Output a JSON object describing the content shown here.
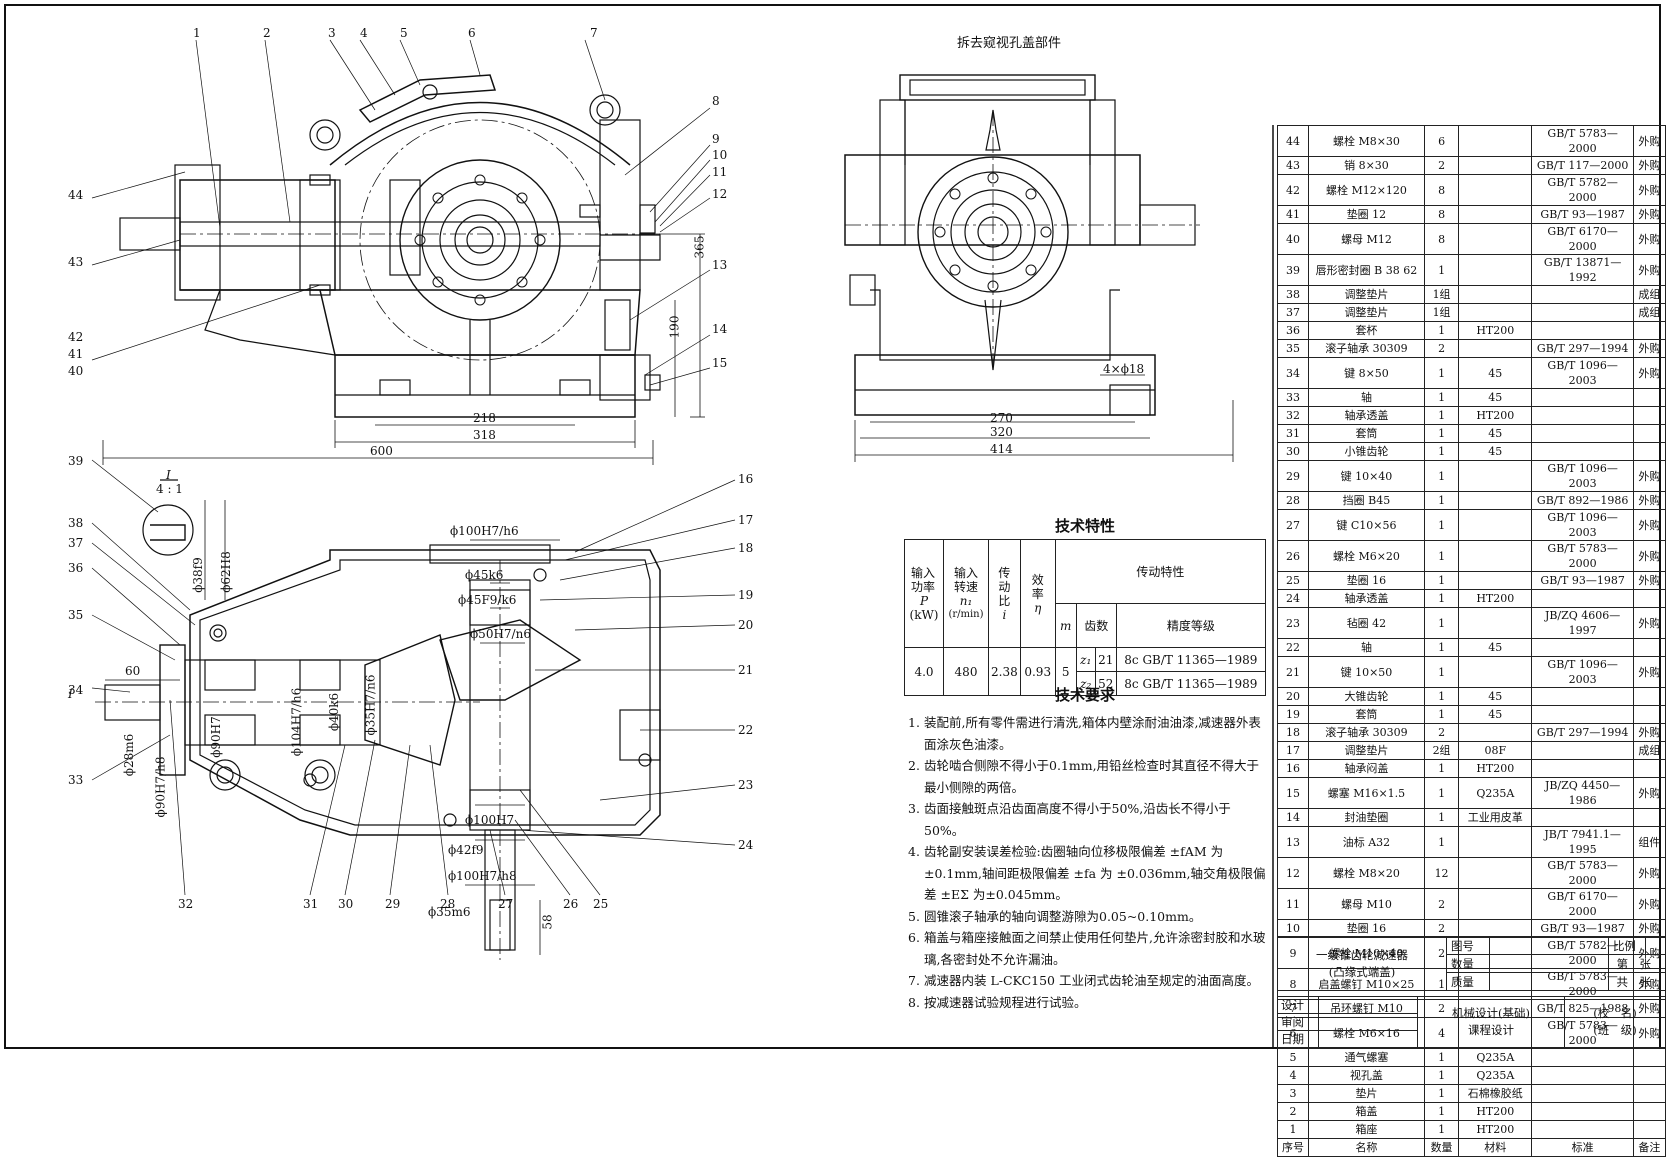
{
  "view_title": "拆去窥视孔盖部件",
  "main_view": {
    "part_labels": [
      "1",
      "2",
      "3",
      "4",
      "5",
      "6",
      "7",
      "8",
      "9",
      "10",
      "11",
      "12",
      "13",
      "14",
      "15",
      "44",
      "43",
      "42",
      "41",
      "40"
    ],
    "dims": {
      "d600": "600",
      "d318": "318",
      "d218": "218",
      "d365": "365",
      "d190": "190"
    }
  },
  "side_view": {
    "dims": {
      "d270": "270",
      "d320": "320",
      "d414": "414",
      "holes": "4×ϕ18"
    }
  },
  "plan_view": {
    "detail_label": "I",
    "detail_scale": "4 : 1",
    "part_labels": [
      "39",
      "38",
      "37",
      "36",
      "35",
      "34",
      "33",
      "16",
      "17",
      "18",
      "19",
      "20",
      "21",
      "22",
      "23",
      "24",
      "32",
      "31",
      "30",
      "29",
      "28",
      "27",
      "26",
      "25"
    ],
    "dims": [
      "ϕ100H7/h6",
      "ϕ45k6",
      "ϕ45F9/k6",
      "ϕ50H7/n6",
      "ϕ38f9",
      "ϕ62H8",
      "60",
      "ϕ28m6",
      "ϕ90H7/h8",
      "ϕ90H7",
      "ϕ104H7/h6",
      "ϕ40k6",
      "ϕ35H7/n6",
      "ϕ100H7",
      "ϕ42f9",
      "ϕ100H7/h8",
      "ϕ35m6",
      "58",
      "I"
    ]
  },
  "tech_specs": {
    "title": "技术特性",
    "head": {
      "power": "输入功率",
      "power_sym": "P",
      "power_unit": "(kW)",
      "speed": "输入转速",
      "speed_sym": "n₁",
      "speed_unit": "(r/min)",
      "ratio": "传动比",
      "ratio_sym": "i",
      "eff": "效率",
      "eff_sym": "η",
      "trans": "传动特性",
      "m": "m",
      "teeth": "齿数",
      "grade": "精度等级"
    },
    "values": {
      "power": "4.0",
      "speed": "480",
      "ratio": "2.38",
      "eff": "0.93",
      "m": "5"
    },
    "rows": [
      {
        "z": "z₁",
        "teeth": "21",
        "grade": "8c GB/T 11365—1989"
      },
      {
        "z": "z₂",
        "teeth": "52",
        "grade": "8c GB/T 11365—1989"
      }
    ]
  },
  "tech_requirements": {
    "title": "技术要求",
    "items": [
      "装配前,所有零件需进行清洗,箱体内壁涂耐油油漆,减速器外表面涂灰色油漆。",
      "齿轮啮合侧隙不得小于0.1mm,用铅丝检查时其直径不得大于最小侧隙的两倍。",
      "齿面接触斑点沿齿面高度不得小于50%,沿齿长不得小于50%。",
      "齿轮副安装误差检验:齿圈轴向位移极限偏差 ±fAM 为±0.1mm,轴间距极限偏差 ±fa 为 ±0.036mm,轴交角极限偏差 ±EΣ 为±0.045mm。",
      "圆锥滚子轴承的轴向调整游隙为0.05~0.10mm。",
      "箱盖与箱座接触面之间禁止使用任何垫片,允许涂密封胶和水玻璃,各密封处不允许漏油。",
      "减速器内装 L-CKC150 工业闭式齿轮油至规定的油面高度。",
      "按减速器试验规程进行试验。"
    ]
  },
  "bom": {
    "rows": [
      [
        "44",
        "螺栓 M8×30",
        "6",
        "",
        "GB/T 5783—2000",
        "外购"
      ],
      [
        "43",
        "销 8×30",
        "2",
        "",
        "GB/T 117—2000",
        "外购"
      ],
      [
        "42",
        "螺栓 M12×120",
        "8",
        "",
        "GB/T 5782—2000",
        "外购"
      ],
      [
        "41",
        "垫圈 12",
        "8",
        "",
        "GB/T 93—1987",
        "外购"
      ],
      [
        "40",
        "螺母 M12",
        "8",
        "",
        "GB/T 6170—2000",
        "外购"
      ],
      [
        "39",
        "唇形密封圈 B 38 62",
        "1",
        "",
        "GB/T 13871—1992",
        "外购"
      ],
      [
        "38",
        "调整垫片",
        "1组",
        "",
        "",
        "成组"
      ],
      [
        "37",
        "调整垫片",
        "1组",
        "",
        "",
        "成组"
      ],
      [
        "36",
        "套杯",
        "1",
        "HT200",
        "",
        ""
      ],
      [
        "35",
        "滚子轴承 30309",
        "2",
        "",
        "GB/T 297—1994",
        "外购"
      ],
      [
        "34",
        "键 8×50",
        "1",
        "45",
        "GB/T 1096—2003",
        "外购"
      ],
      [
        "33",
        "轴",
        "1",
        "45",
        "",
        ""
      ],
      [
        "32",
        "轴承透盖",
        "1",
        "HT200",
        "",
        ""
      ],
      [
        "31",
        "套筒",
        "1",
        "45",
        "",
        ""
      ],
      [
        "30",
        "小锥齿轮",
        "1",
        "45",
        "",
        ""
      ],
      [
        "29",
        "键 10×40",
        "1",
        "",
        "GB/T 1096—2003",
        "外购"
      ],
      [
        "28",
        "挡圈 B45",
        "1",
        "",
        "GB/T 892—1986",
        "外购"
      ],
      [
        "27",
        "键 C10×56",
        "1",
        "",
        "GB/T 1096—2003",
        "外购"
      ],
      [
        "26",
        "螺栓 M6×20",
        "1",
        "",
        "GB/T 5783—2000",
        "外购"
      ],
      [
        "25",
        "垫圈 16",
        "1",
        "",
        "GB/T 93—1987",
        "外购"
      ],
      [
        "24",
        "轴承透盖",
        "1",
        "HT200",
        "",
        ""
      ],
      [
        "23",
        "毡圈 42",
        "1",
        "",
        "JB/ZQ 4606—1997",
        "外购"
      ],
      [
        "22",
        "轴",
        "1",
        "45",
        "",
        ""
      ],
      [
        "21",
        "键 10×50",
        "1",
        "",
        "GB/T 1096—2003",
        "外购"
      ],
      [
        "20",
        "大锥齿轮",
        "1",
        "45",
        "",
        ""
      ],
      [
        "19",
        "套筒",
        "1",
        "45",
        "",
        ""
      ],
      [
        "18",
        "滚子轴承 30309",
        "2",
        "",
        "GB/T 297—1994",
        "外购"
      ],
      [
        "17",
        "调整垫片",
        "2组",
        "08F",
        "",
        "成组"
      ],
      [
        "16",
        "轴承闷盖",
        "1",
        "HT200",
        "",
        ""
      ],
      [
        "15",
        "螺塞 M16×1.5",
        "1",
        "Q235A",
        "JB/ZQ 4450—1986",
        "外购"
      ],
      [
        "14",
        "封油垫圈",
        "1",
        "工业用皮革",
        "",
        ""
      ],
      [
        "13",
        "油标 A32",
        "1",
        "",
        "JB/T 7941.1—1995",
        "组件"
      ],
      [
        "12",
        "螺栓 M8×20",
        "12",
        "",
        "GB/T 5783—2000",
        "外购"
      ],
      [
        "11",
        "螺母 M10",
        "2",
        "",
        "GB/T 6170—2000",
        "外购"
      ],
      [
        "10",
        "垫圈 16",
        "2",
        "",
        "GB/T 93—1987",
        "外购"
      ],
      [
        "9",
        "螺栓 M10×40",
        "2",
        "",
        "GB/T 5782—2000",
        "外购"
      ],
      [
        "8",
        "启盖螺钉 M10×25",
        "1",
        "",
        "GB/T 5783—2000",
        "外购"
      ],
      [
        "7",
        "吊环螺钉 M10",
        "2",
        "",
        "GB/T 825—1988",
        "外购"
      ],
      [
        "6",
        "螺栓 M6×16",
        "4",
        "",
        "GB/T 5783—2000",
        "外购"
      ],
      [
        "5",
        "通气螺塞",
        "1",
        "Q235A",
        "",
        ""
      ],
      [
        "4",
        "视孔盖",
        "1",
        "Q235A",
        "",
        ""
      ],
      [
        "3",
        "垫片",
        "1",
        "石棉橡胶纸",
        "",
        ""
      ],
      [
        "2",
        "箱盖",
        "1",
        "HT200",
        "",
        ""
      ],
      [
        "1",
        "箱座",
        "1",
        "HT200",
        "",
        ""
      ]
    ],
    "header": [
      "序号",
      "名称",
      "数量",
      "材料",
      "标准",
      "备注"
    ]
  },
  "title_block": {
    "name": "一级锥齿轮减速器",
    "name2": "(凸缘式端盖)",
    "fig_no": "图号",
    "scale": "比例",
    "qty": "数量",
    "weight": "质量",
    "sheet": "第　张",
    "total": "共　张",
    "design": "设计",
    "review": "审阅",
    "date": "日期",
    "course": "机械设计(基础)",
    "course2": "课程设计",
    "school": "(校　名)",
    "class": "(班　级)"
  }
}
